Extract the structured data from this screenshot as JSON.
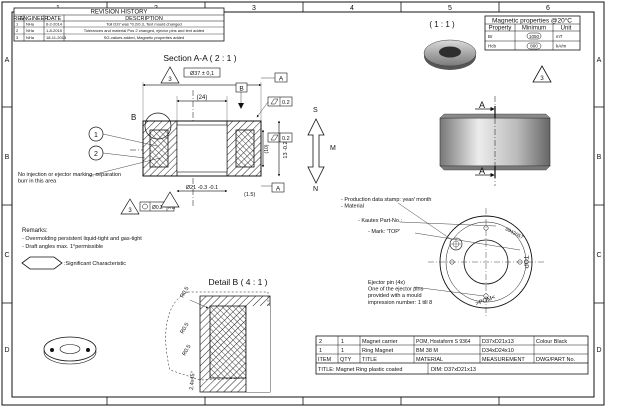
{
  "border": {
    "cols": [
      "1",
      "2",
      "3",
      "4",
      "5",
      "6"
    ],
    "rows": [
      "A",
      "B",
      "C",
      "D"
    ]
  },
  "revision_history": {
    "title": "REVISION HISTORY",
    "headers": [
      "REV",
      "ENGINEER",
      "DATE",
      "DESCRIPTION"
    ],
    "rows": [
      {
        "rev": "1",
        "eng": "NHa",
        "date": "6-2-2014",
        "desc": "Toll D37 was *0.2/0.3, Text mould changed"
      },
      {
        "rev": "2",
        "eng": "NHa",
        "date": "1-8-2015",
        "desc": "Tolerances and material Pos 2 changed, ejector pins and text added"
      },
      {
        "rev": "3",
        "eng": "NHa",
        "date": "18-11-2015",
        "desc": "SG-values added, Magnetic properties added"
      }
    ]
  },
  "magnetic": {
    "title": "Magnetic properties @20°C",
    "headers": [
      "Property",
      "Minimum",
      "Unit"
    ],
    "rows": [
      {
        "prop": "Br",
        "min": "1050",
        "unit": "mT"
      },
      {
        "prop": "Hcb",
        "min": "800",
        "unit": "kA/m"
      }
    ]
  },
  "views": {
    "scale_top": "( 1 : 1 )",
    "section_title": "Section A-A ( 2 : 1 )",
    "detail_title": "Detail B ( 4 : 1 )",
    "section_ref_a": "A",
    "section_ref_b": "B",
    "detail_callout": "B"
  },
  "dims": {
    "d37": "Ø37 ± 0,1",
    "w24": "(24)",
    "flat": "0.2",
    "dim13": "13 -0.2",
    "dim10": "(10)",
    "d21": "Ø21 -0.3 -0.1",
    "dim15": "(1.5)",
    "pos": "Ø0.2",
    "pos_ref": "A B",
    "ref_a": "A",
    "ref_b": "B",
    "r05a": "R0.5",
    "r05b": "R0.5",
    "r05c": "R0.5",
    "chamfer": "2.4x45°",
    "sg3": "3"
  },
  "letters": {
    "s": "S",
    "m": "M",
    "n": "N",
    "a1": "A",
    "a2": "A"
  },
  "balloons": {
    "b1": "1",
    "b2": "2"
  },
  "notes": {
    "no_ejector": "No injection or ejector marking, separation\nburr in this area",
    "remarks_title": "Remarks:",
    "remark1": "- Overmolding persistent liquid-tight and gas-tight",
    "remark2": "- Draft angles max. 1°permissible",
    "significant": ":Significant Characteristic",
    "production_date": "- Production data stamp: year/ month\n- Material",
    "kautex": "- Kautex Part-No.:",
    "mark_top": "- Mark: 'TOP'",
    "ejector": "Ejector pin (4x)\nOne of the ejector pins\nprovided with a mould\nimpression number: 1 till 8",
    "stamp_top": "TOP",
    "stamp_pom": ">POM<",
    "stamp_part": "0942057"
  },
  "bom": {
    "rows": [
      {
        "item": "2",
        "qty": "1",
        "title": "Magnet carrier",
        "material": "POM, Hostaform S 9364",
        "meas": "D37xD21x13",
        "dwg": "Colour Black"
      },
      {
        "item": "1",
        "qty": "1",
        "title": "Ring Magnet",
        "material": "BM 38 M",
        "meas": "D34xD24x10",
        "dwg": ""
      }
    ],
    "headers": {
      "item": "ITEM",
      "qty": "QTY",
      "title": "TITLE",
      "material": "MATERIAL",
      "meas": "MEASUREMENT",
      "dwg": "DWG/PART No."
    },
    "footer_title": "TITLE: Magnet Ring plastic coated",
    "footer_dim": "DIM:  D37xD21x13"
  }
}
